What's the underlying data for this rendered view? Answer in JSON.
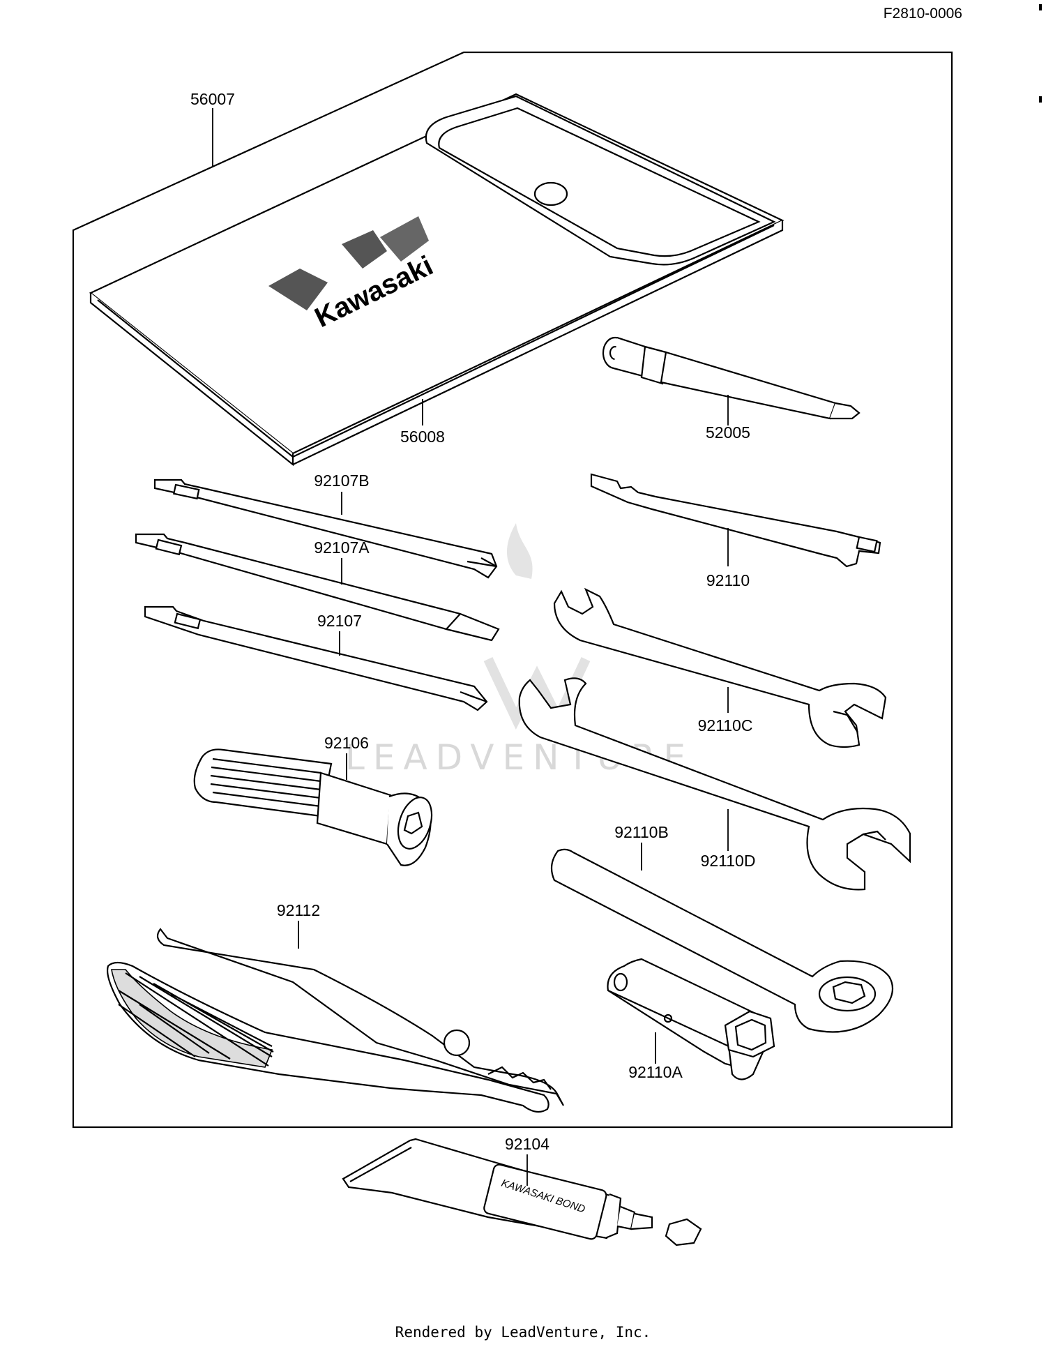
{
  "diagram": {
    "drawing_code": "F2810-0006",
    "footer": "Rendered by LeadVenture, Inc.",
    "watermark": "LEADVENTURE",
    "brand_logo_text": "Kawasaki",
    "tube_print": "KAWASAKI BOND",
    "parts": [
      {
        "id": "56007"
      },
      {
        "id": "56008"
      },
      {
        "id": "52005"
      },
      {
        "id": "92107B"
      },
      {
        "id": "92107A"
      },
      {
        "id": "92107"
      },
      {
        "id": "92110"
      },
      {
        "id": "92110C"
      },
      {
        "id": "92106"
      },
      {
        "id": "92110D"
      },
      {
        "id": "92110B"
      },
      {
        "id": "92112"
      },
      {
        "id": "92110A"
      },
      {
        "id": "92104"
      }
    ]
  }
}
